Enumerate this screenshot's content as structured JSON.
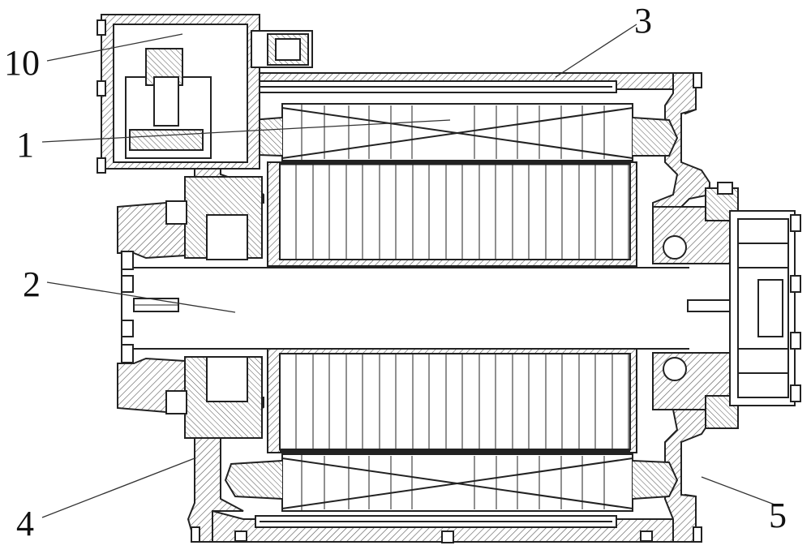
{
  "labels": {
    "l10": "10",
    "l1": "1",
    "l2": "2",
    "l3": "3",
    "l4": "4",
    "l5": "5"
  },
  "colors": {
    "line": "#222222",
    "hatch": "#444444",
    "background": "#ffffff"
  }
}
